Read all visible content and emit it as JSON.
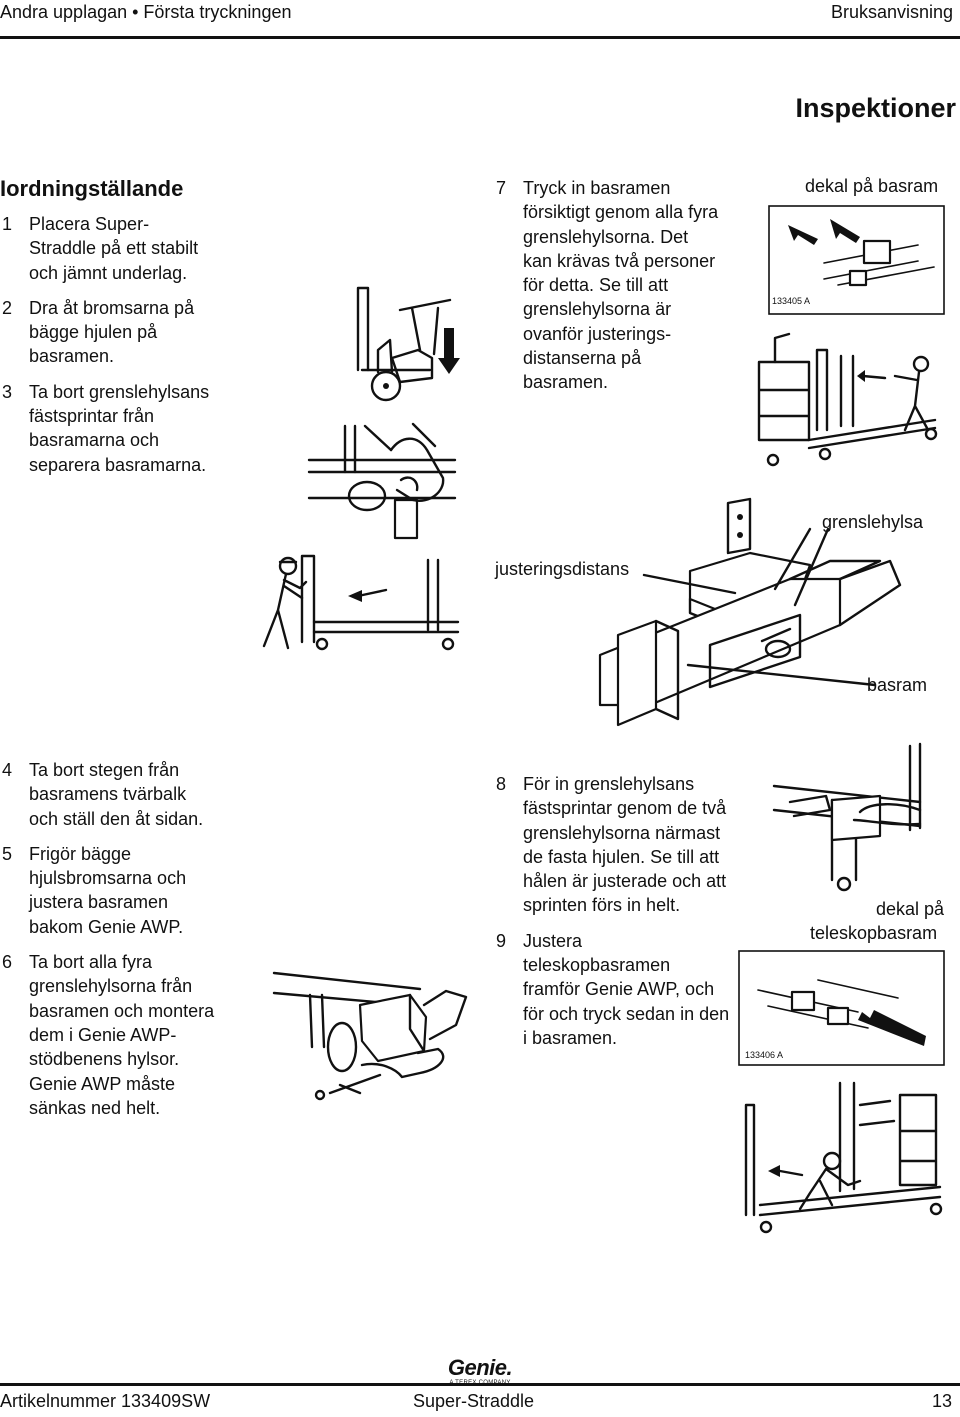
{
  "header": {
    "left": "Andra upplagan • Första tryckningen",
    "right": "Bruksanvisning"
  },
  "section_title": "Inspektioner",
  "subheading": "Iordningställande",
  "steps_a": [
    {
      "num": "1",
      "text": "Placera Super-Straddle på ett stabilt och jämnt underlag."
    },
    {
      "num": "2",
      "text": "Dra åt bromsarna på bägge hjulen på basramen."
    },
    {
      "num": "3",
      "text": "Ta bort grenslehylsans fästsprintar från basramarna och separera basramarna."
    }
  ],
  "steps_b": [
    {
      "num": "4",
      "text": "Ta bort stegen från basramens tvärbalk och ställ den åt sidan."
    },
    {
      "num": "5",
      "text": "Frigör bägge hjulsbromsarna och justera basramen bakom Genie AWP."
    },
    {
      "num": "6",
      "text": "Ta bort alla fyra grenslehylsorna från basramen och montera dem i Genie AWP-stödbenens hylsor. Genie AWP måste sänkas ned helt."
    }
  ],
  "steps_c": [
    {
      "num": "7",
      "text": "Tryck in basramen försiktigt genom alla fyra grenslehylsorna. Det kan krävas två personer för detta. Se till att grenslehylsorna är ovanför justerings-distanserna på basramen."
    }
  ],
  "steps_d": [
    {
      "num": "8",
      "text": "För in grenslehylsans fästsprintar genom de två grenslehylsorna närmast de fasta hjulen. Se till att hålen är justerade och att sprinten förs in helt."
    },
    {
      "num": "9",
      "text": "Justera teleskopbasramen framför Genie AWP, och för och tryck sedan in den i basramen."
    }
  ],
  "labels": {
    "dekal_basram": "dekal på basram",
    "inset1_code": "133405   A",
    "grenslehylsa": "grenslehylsa",
    "justeringsdistans": "justeringsdistans",
    "basram": "basram",
    "dekal_teleskop_1": "dekal på",
    "dekal_teleskop_2": "teleskopbasram",
    "inset2_code": "133406   A"
  },
  "logo": {
    "brand": "Genie.",
    "tagline": "A TEREX COMPANY"
  },
  "footer": {
    "left": "Artikelnummer  133409SW",
    "center": "Super-Straddle",
    "right": "13"
  }
}
